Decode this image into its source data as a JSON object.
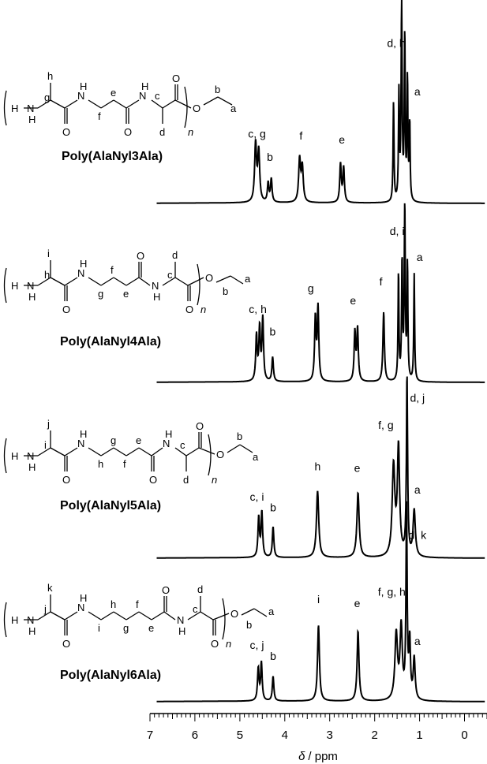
{
  "chart_data": {
    "type": "line",
    "xlabel_symbol": "δ",
    "xlabel_unit": "/ ppm",
    "x_reversed": true,
    "xlim": [
      7.0,
      -0.5
    ],
    "x_ticks": [
      "7",
      "6",
      "5",
      "4",
      "3",
      "2",
      "1",
      "0"
    ],
    "series": [
      {
        "name": "Poly(AlaNyl3Ala)",
        "peaks": [
          {
            "x": 4.65,
            "h": 0.3,
            "w": 0.025
          },
          {
            "x": 4.58,
            "h": 0.26,
            "w": 0.025
          },
          {
            "x": 4.37,
            "h": 0.1,
            "w": 0.02
          },
          {
            "x": 4.3,
            "h": 0.12,
            "w": 0.02
          },
          {
            "x": 3.67,
            "h": 0.22,
            "w": 0.025
          },
          {
            "x": 3.61,
            "h": 0.18,
            "w": 0.025
          },
          {
            "x": 2.76,
            "h": 0.2,
            "w": 0.02
          },
          {
            "x": 2.69,
            "h": 0.18,
            "w": 0.02
          },
          {
            "x": 1.58,
            "h": 0.52,
            "w": 0.012
          },
          {
            "x": 1.46,
            "h": 0.55,
            "w": 0.012
          },
          {
            "x": 1.4,
            "h": 1.0,
            "w": 0.014
          },
          {
            "x": 1.33,
            "h": 0.85,
            "w": 0.012
          },
          {
            "x": 1.27,
            "h": 0.62,
            "w": 0.012
          },
          {
            "x": 1.22,
            "h": 0.4,
            "w": 0.012
          }
        ],
        "labels": [
          {
            "text": "c, g",
            "x": 4.62,
            "h": 0.34
          },
          {
            "text": "b",
            "x": 4.33,
            "h": 0.22
          },
          {
            "text": "f",
            "x": 3.64,
            "h": 0.33
          },
          {
            "text": "e",
            "x": 2.73,
            "h": 0.31
          },
          {
            "text": "d, h",
            "x": 1.52,
            "h": 0.81
          },
          {
            "text": "a",
            "x": 1.05,
            "h": 0.56
          }
        ],
        "structure": {
          "letters": [
            "h",
            "g",
            "f",
            "e",
            "c",
            "d",
            "b",
            "a"
          ],
          "atoms": [
            "H",
            "N",
            "H",
            "O",
            "N",
            "H",
            "O",
            "N",
            "H",
            "O",
            "O"
          ],
          "subscript": "n",
          "caption": "Poly(AlaNyl3Ala)"
        }
      },
      {
        "name": "Poly(AlaNyl4Ala)",
        "peaks": [
          {
            "x": 4.63,
            "h": 0.26,
            "w": 0.02
          },
          {
            "x": 4.56,
            "h": 0.3,
            "w": 0.02
          },
          {
            "x": 4.49,
            "h": 0.36,
            "w": 0.02
          },
          {
            "x": 4.27,
            "h": 0.14,
            "w": 0.02
          },
          {
            "x": 3.32,
            "h": 0.36,
            "w": 0.02
          },
          {
            "x": 3.26,
            "h": 0.42,
            "w": 0.02
          },
          {
            "x": 2.44,
            "h": 0.28,
            "w": 0.02
          },
          {
            "x": 2.38,
            "h": 0.3,
            "w": 0.02
          },
          {
            "x": 1.8,
            "h": 0.4,
            "w": 0.02
          },
          {
            "x": 1.47,
            "h": 0.62,
            "w": 0.012
          },
          {
            "x": 1.39,
            "h": 0.68,
            "w": 0.013
          },
          {
            "x": 1.33,
            "h": 1.0,
            "w": 0.013
          },
          {
            "x": 1.27,
            "h": 0.66,
            "w": 0.012
          },
          {
            "x": 1.12,
            "h": 0.62,
            "w": 0.012
          }
        ],
        "labels": [
          {
            "text": "c, h",
            "x": 4.6,
            "h": 0.4
          },
          {
            "text": "b",
            "x": 4.27,
            "h": 0.27
          },
          {
            "text": "g",
            "x": 3.42,
            "h": 0.52
          },
          {
            "text": "e",
            "x": 2.48,
            "h": 0.45
          },
          {
            "text": "f",
            "x": 1.86,
            "h": 0.56
          },
          {
            "text": "d, i",
            "x": 1.5,
            "h": 0.85
          },
          {
            "text": "a",
            "x": 1.0,
            "h": 0.7
          }
        ],
        "structure": {
          "letters": [
            "i",
            "h",
            "g",
            "f",
            "e",
            "d",
            "c",
            "b",
            "a"
          ],
          "atoms": [
            "H",
            "N",
            "H",
            "O",
            "N",
            "H",
            "O",
            "N",
            "H",
            "O",
            "O"
          ],
          "subscript": "n",
          "caption": "Poly(AlaNyl4Ala)"
        }
      },
      {
        "name": "Poly(AlaNyl5Ala)",
        "peaks": [
          {
            "x": 4.58,
            "h": 0.22,
            "w": 0.02
          },
          {
            "x": 4.51,
            "h": 0.25,
            "w": 0.02
          },
          {
            "x": 4.26,
            "h": 0.17,
            "w": 0.02
          },
          {
            "x": 3.27,
            "h": 0.37,
            "w": 0.03
          },
          {
            "x": 2.37,
            "h": 0.36,
            "w": 0.03
          },
          {
            "x": 1.58,
            "h": 0.5,
            "w": 0.035
          },
          {
            "x": 1.47,
            "h": 0.6,
            "w": 0.03
          },
          {
            "x": 1.28,
            "h": 1.0,
            "w": 0.016
          },
          {
            "x": 1.12,
            "h": 0.26,
            "w": 0.03
          }
        ],
        "labels": [
          {
            "text": "c, i",
            "x": 4.62,
            "h": 0.32
          },
          {
            "text": "b",
            "x": 4.26,
            "h": 0.26
          },
          {
            "text": "h",
            "x": 3.27,
            "h": 0.49
          },
          {
            "text": "e",
            "x": 2.39,
            "h": 0.48
          },
          {
            "text": "f, g",
            "x": 1.75,
            "h": 0.72
          },
          {
            "text": "d, j",
            "x": 1.05,
            "h": 0.87
          },
          {
            "text": "a",
            "x": 1.05,
            "h": 0.36
          }
        ],
        "structure": {
          "letters": [
            "j",
            "i",
            "h",
            "g",
            "f",
            "e",
            "d",
            "c",
            "b",
            "a"
          ],
          "atoms": [
            "H",
            "N",
            "H",
            "O",
            "N",
            "H",
            "O",
            "N",
            "H",
            "O",
            "O"
          ],
          "subscript": "n",
          "caption": "Poly(AlaNyl5Ala)"
        }
      },
      {
        "name": "Poly(AlaNyl6Ala)",
        "peaks": [
          {
            "x": 4.59,
            "h": 0.17,
            "w": 0.02
          },
          {
            "x": 4.52,
            "h": 0.2,
            "w": 0.02
          },
          {
            "x": 4.26,
            "h": 0.13,
            "w": 0.02
          },
          {
            "x": 3.25,
            "h": 0.4,
            "w": 0.025
          },
          {
            "x": 2.37,
            "h": 0.37,
            "w": 0.025
          },
          {
            "x": 1.52,
            "h": 0.35,
            "w": 0.035
          },
          {
            "x": 1.41,
            "h": 0.38,
            "w": 0.03
          },
          {
            "x": 1.29,
            "h": 1.0,
            "w": 0.016
          },
          {
            "x": 1.22,
            "h": 0.3,
            "w": 0.02
          },
          {
            "x": 1.12,
            "h": 0.22,
            "w": 0.025
          }
        ],
        "labels": [
          {
            "text": "c, j",
            "x": 4.62,
            "h": 0.28
          },
          {
            "text": "b",
            "x": 4.26,
            "h": 0.22
          },
          {
            "text": "i",
            "x": 3.25,
            "h": 0.52
          },
          {
            "text": "e",
            "x": 2.39,
            "h": 0.5
          },
          {
            "text": "f, g, h",
            "x": 1.62,
            "h": 0.56
          },
          {
            "text": "d, k",
            "x": 1.05,
            "h": 0.86
          },
          {
            "text": "a",
            "x": 1.05,
            "h": 0.3
          }
        ],
        "structure": {
          "letters": [
            "k",
            "j",
            "i",
            "h",
            "g",
            "f",
            "e",
            "d",
            "c",
            "b",
            "a"
          ],
          "atoms": [
            "H",
            "N",
            "H",
            "O",
            "N",
            "H",
            "O",
            "N",
            "H",
            "O",
            "O"
          ],
          "subscript": "n",
          "caption": "Poly(AlaNyl6Ala)"
        }
      }
    ]
  }
}
